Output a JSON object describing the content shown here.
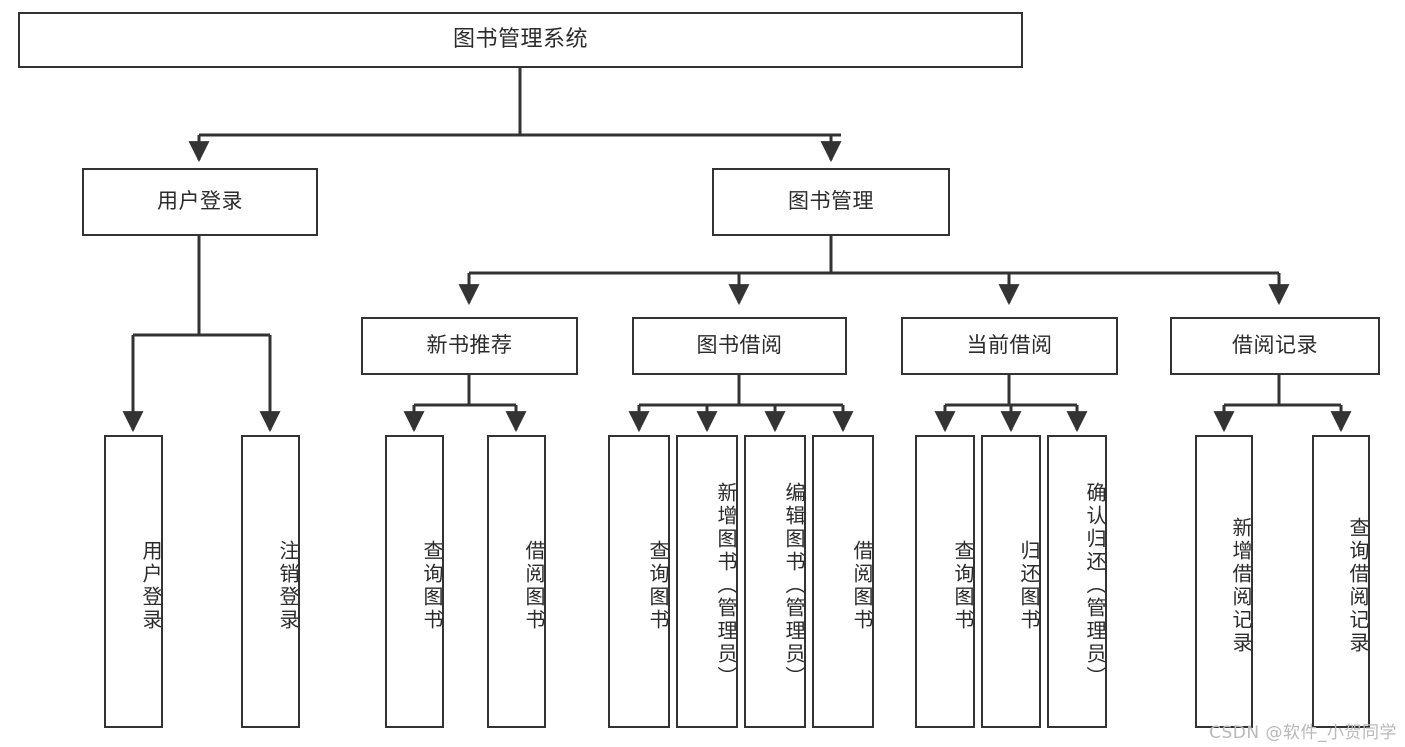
{
  "diagram": {
    "title": "图书管理系统",
    "type": "tree-hierarchy-chart",
    "watermark": "CSDN @软件_小贺同学",
    "stroke_color": "#333333",
    "background_color": "#ffffff",
    "text_color": "#2b2b2b"
  },
  "root": {
    "label": "图书管理系统"
  },
  "level2": [
    {
      "label": "用户登录"
    },
    {
      "label": "图书管理"
    }
  ],
  "level3": [
    {
      "label": "新书推荐"
    },
    {
      "label": "图书借阅"
    },
    {
      "label": "当前借阅"
    },
    {
      "label": "借阅记录"
    }
  ],
  "leaves": {
    "user_login": [
      {
        "label": "用户登录"
      },
      {
        "label": "注销登录"
      }
    ],
    "new_book_recommend": [
      {
        "label": "查询图书"
      },
      {
        "label": "借阅图书"
      }
    ],
    "book_borrow": [
      {
        "label": "查询图书"
      },
      {
        "label": "新增图书（管理员）"
      },
      {
        "label": "编辑图书（管理员）"
      },
      {
        "label": "借阅图书"
      }
    ],
    "current_borrow": [
      {
        "label": "查询图书"
      },
      {
        "label": "归还图书"
      },
      {
        "label": "确认归还（管理员）"
      }
    ],
    "borrow_record": [
      {
        "label": "新增借阅记录"
      },
      {
        "label": "查询借阅记录"
      }
    ]
  }
}
